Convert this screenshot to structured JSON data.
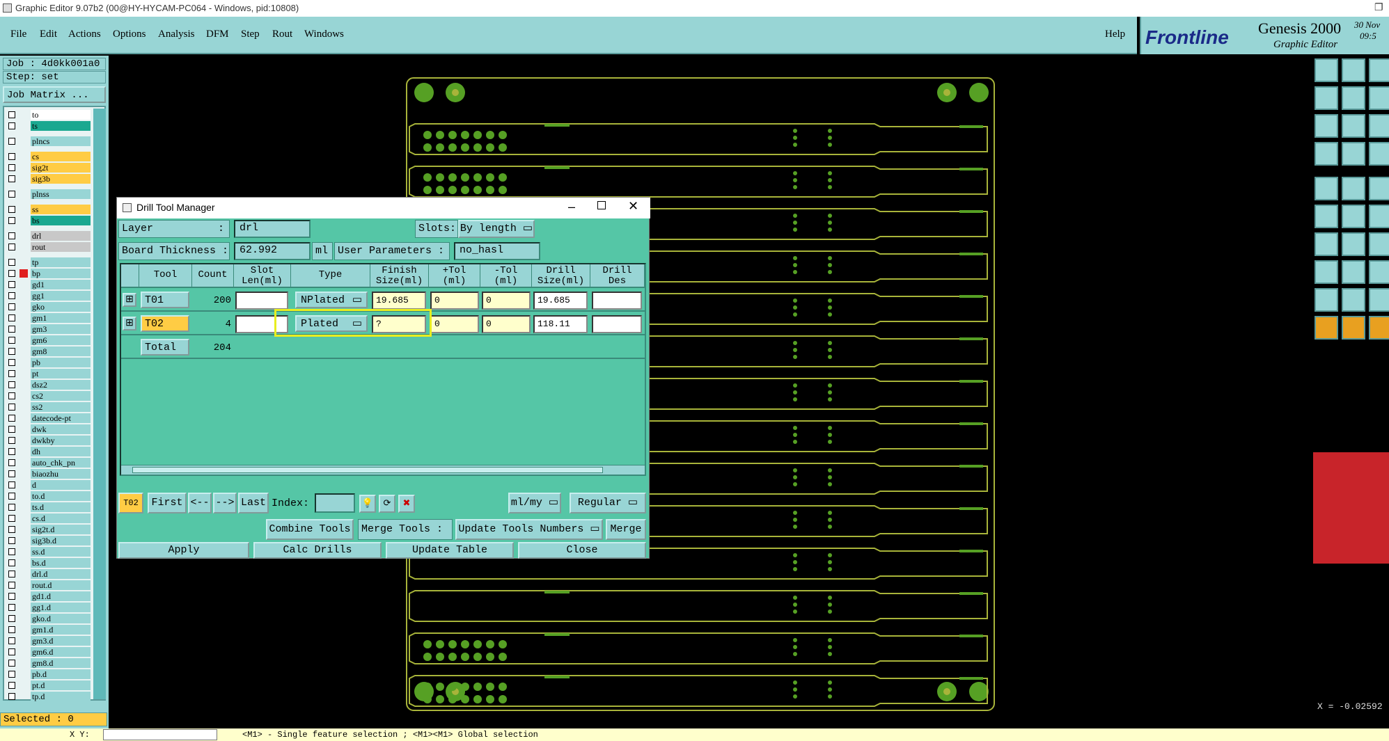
{
  "window": {
    "title": "Graphic Editor 9.07b2 (00@HY-HYCAM-PC064 - Windows, pid:10808)"
  },
  "menu": {
    "items": [
      "File",
      "Edit",
      "Actions",
      "Options",
      "Analysis",
      "DFM",
      "Step",
      "Rout",
      "Windows"
    ],
    "help": "Help"
  },
  "brand": {
    "logo": "Frontline",
    "product": "Genesis 2000",
    "subtitle": "Graphic Editor",
    "date_top": "30 Nov",
    "date_bottom": "09:5"
  },
  "left": {
    "job": "Job : 4d0kk001a0",
    "step": "Step: set",
    "job_matrix": "Job Matrix ...",
    "selected": "Selected : 0"
  },
  "layers": [
    "to",
    "ts",
    "plncs",
    "cs",
    "sig2t",
    "sig3b",
    "plnss",
    "ss",
    "bs",
    "drl",
    "rout",
    "tp",
    "bp",
    "gd1",
    "gg1",
    "gko",
    "gm1",
    "gm3",
    "gm6",
    "gm8",
    "pb",
    "pt",
    "dsz2",
    "cs2",
    "ss2",
    "datecode-pt",
    "dwk",
    "dwkby",
    "dh",
    "auto_chk_pn",
    "biaozhu",
    "d",
    "to.d",
    "ts.d",
    "cs.d",
    "sig2t.d",
    "sig3b.d",
    "ss.d",
    "bs.d",
    "drl.d",
    "rout.d",
    "gd1.d",
    "gg1.d",
    "gko.d",
    "gm1.d",
    "gm3.d",
    "gm6.d",
    "gm8.d",
    "pb.d",
    "pt.d",
    "tp.d"
  ],
  "dialog": {
    "title": "Drill Tool Manager",
    "layer_label": "Layer",
    "layer_colon": ":",
    "layer_value": "drl",
    "slots_label": "Slots:",
    "slots_value": "By length",
    "thickness_label": "Board Thickness :",
    "thickness_value": "62.992",
    "thickness_unit": "ml",
    "user_params_label": "User Parameters :",
    "user_params_value": "no_hasl",
    "headers": {
      "tool": "Tool",
      "count": "Count",
      "slot": "Slot",
      "slot2": "Len(ml)",
      "type": "Type",
      "finish": "Finish",
      "finish2": "Size(ml)",
      "ptol": "+Tol",
      "ptol2": "(ml)",
      "mtol": "-Tol",
      "mtol2": "(ml)",
      "drill": "Drill",
      "drill2": "Size(ml)",
      "des": "Drill",
      "des2": "Des"
    },
    "rows": [
      {
        "tool": "T01",
        "count": "200",
        "slot": "",
        "type": "NPlated",
        "finish": "19.685",
        "ptol": "0",
        "mtol": "0",
        "drill": "19.685",
        "des": ""
      },
      {
        "tool": "T02",
        "count": "4",
        "slot": "",
        "type": "Plated",
        "finish": "?",
        "ptol": "0",
        "mtol": "0",
        "drill": "118.11",
        "des": ""
      }
    ],
    "total_label": "Total",
    "total_count": "204",
    "nav": {
      "current": "T02",
      "first": "First",
      "prev": "<--",
      "next": "-->",
      "last": "Last",
      "index": "Index:",
      "units": "ml/my",
      "mode": "Regular"
    },
    "actions": {
      "combine": "Combine Tools",
      "merge_label": "Merge Tools :",
      "update_numbers": "Update Tools Numbers",
      "merge": "Merge"
    },
    "buttons": {
      "apply": "Apply",
      "calc": "Calc Drills",
      "update": "Update Table",
      "close": "Close"
    }
  },
  "status": {
    "xy_label": "X Y:",
    "hint": "<M1> - Single feature selection ; <M1><M1> Global selection",
    "coord": "X = -0.02592"
  },
  "colors": {
    "panel": "#98d5d5",
    "dialog": "#55c6a6",
    "board": "#a8b43a",
    "pad": "#56a024",
    "highlight": "#e8ee20"
  }
}
